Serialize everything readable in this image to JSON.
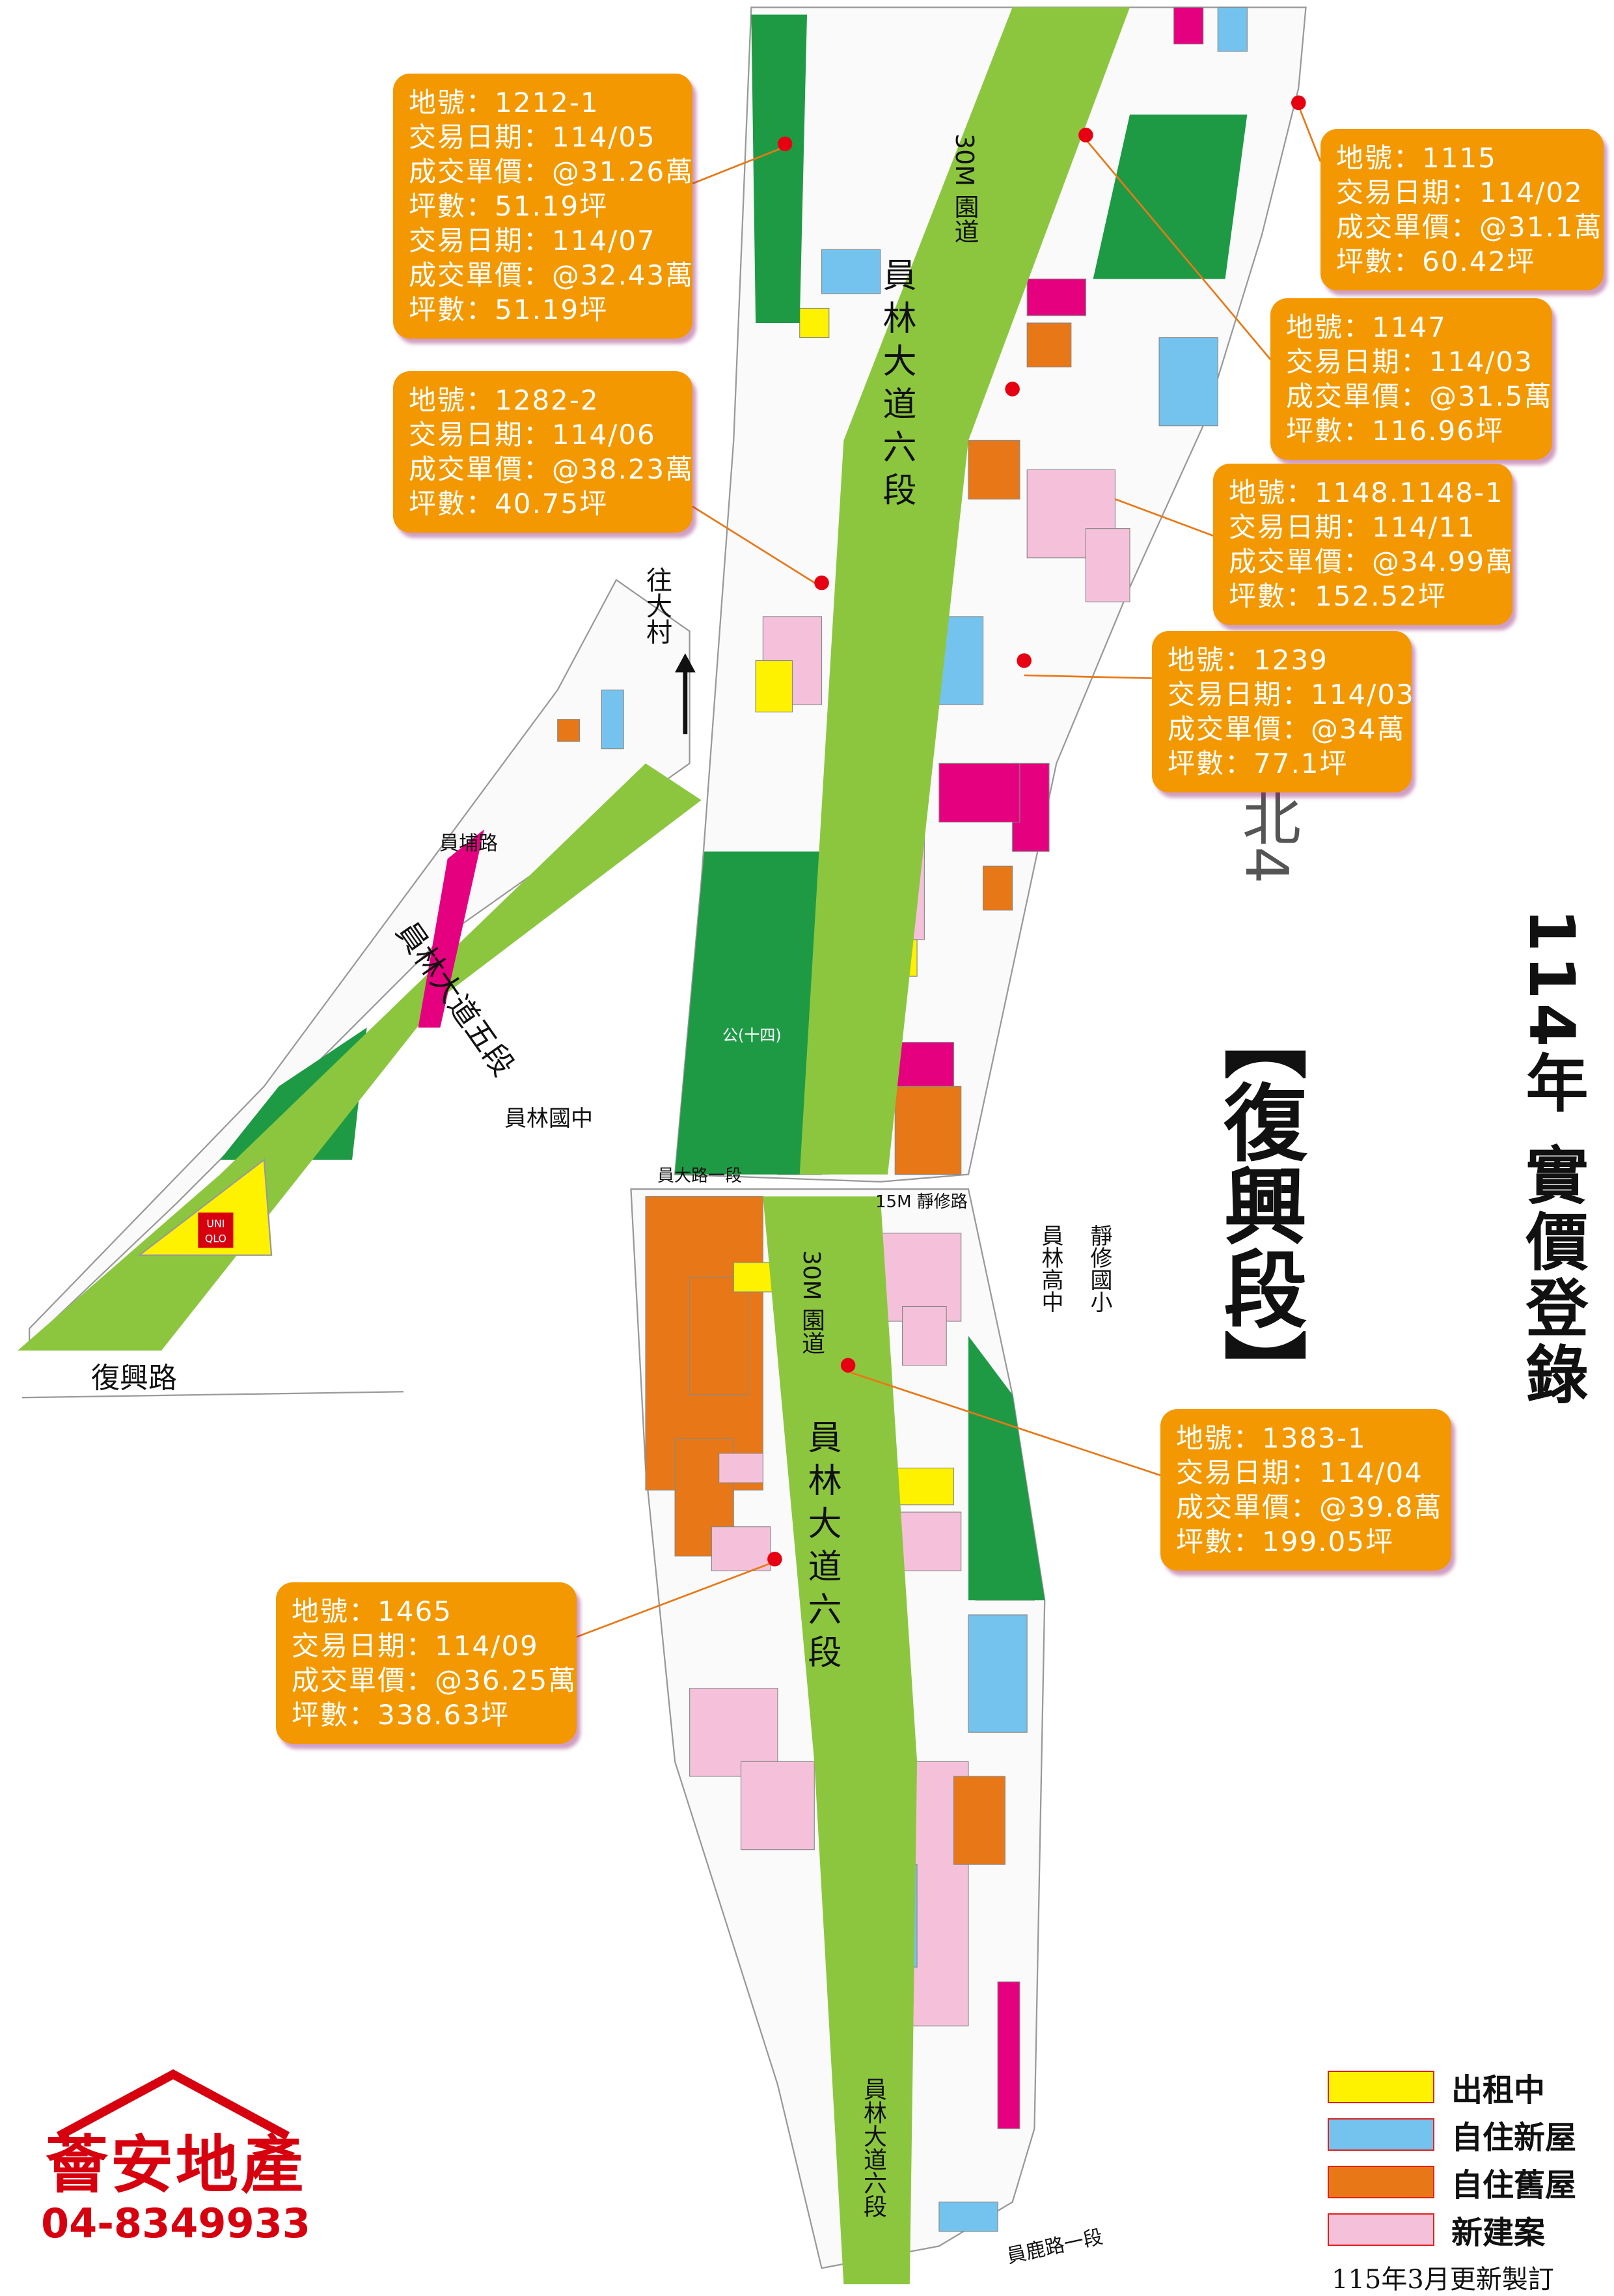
{
  "title": "114年 實價登錄",
  "section_name": "【復興段】",
  "map_sheet": "北4",
  "map_labels": {
    "avenue_6_upper": "員林大道六段",
    "greenway_upper": "30M 園道",
    "avenue_5": "員林大道五段",
    "yuanpu_road": "員埔路",
    "to_dacun": "往大村",
    "yuanlin_junior_high": "員林國中",
    "yuanda_road": "員大路一段",
    "jingxiu_road": "15M 靜修路",
    "jingxiu_elementary": "靜修國小",
    "yuanlin_high": "員林高中",
    "fuxing_road": "復興路",
    "greenway_lower": "30M 園道",
    "avenue_6_lower": "員林大道六段",
    "avenue_6_bottom": "員林大道六段",
    "yuanlu_road": "員鹿路一段",
    "park": "公(十四)",
    "uniqlo": "UNI QLO"
  },
  "transactions": [
    {
      "lot_label": "地號：",
      "lot": "1212-1",
      "records": [
        {
          "date_label": "交易日期：",
          "date": "114/05",
          "price_label": "成交單價：",
          "price": "@31.26萬",
          "area_label": "坪數：",
          "area": "51.19坪"
        },
        {
          "date_label": "交易日期：",
          "date": "114/07",
          "price_label": "成交單價：",
          "price": "@32.43萬",
          "area_label": "坪數：",
          "area": "51.19坪"
        }
      ]
    },
    {
      "lot_label": "地號：",
      "lot": "1282-2",
      "records": [
        {
          "date_label": "交易日期：",
          "date": "114/06",
          "price_label": "成交單價：",
          "price": "@38.23萬",
          "area_label": "坪數：",
          "area": "40.75坪"
        }
      ]
    },
    {
      "lot_label": "地號：",
      "lot": "1115",
      "records": [
        {
          "date_label": "交易日期：",
          "date": "114/02",
          "price_label": "成交單價：",
          "price": "@31.1萬",
          "area_label": "坪數：",
          "area": "60.42坪"
        }
      ]
    },
    {
      "lot_label": "地號：",
      "lot": "1147",
      "records": [
        {
          "date_label": "交易日期：",
          "date": "114/03",
          "price_label": "成交單價：",
          "price": "@31.5萬",
          "area_label": "坪數：",
          "area": "116.96坪"
        }
      ]
    },
    {
      "lot_label": "地號：",
      "lot": "1148.1148-1",
      "records": [
        {
          "date_label": "交易日期：",
          "date": "114/11",
          "price_label": "成交單價：",
          "price": "@34.99萬",
          "area_label": "坪數：",
          "area": "152.52坪"
        }
      ]
    },
    {
      "lot_label": "地號：",
      "lot": "1239",
      "records": [
        {
          "date_label": "交易日期：",
          "date": "114/03",
          "price_label": "成交單價：",
          "price": "@34萬",
          "area_label": "坪數：",
          "area": "77.1坪"
        }
      ]
    },
    {
      "lot_label": "地號：",
      "lot": "1383-1",
      "records": [
        {
          "date_label": "交易日期：",
          "date": "114/04",
          "price_label": "成交單價：",
          "price": "@39.8萬",
          "area_label": "坪數：",
          "area": "199.05坪"
        }
      ]
    },
    {
      "lot_label": "地號：",
      "lot": "1465",
      "records": [
        {
          "date_label": "交易日期：",
          "date": "114/09",
          "price_label": "成交單價：",
          "price": "@36.25萬",
          "area_label": "坪數：",
          "area": "338.63坪"
        }
      ]
    }
  ],
  "legend": [
    {
      "label": "出租中",
      "color": "#fff200"
    },
    {
      "label": "自住新屋",
      "color": "#73c3ee"
    },
    {
      "label": "自住舊屋",
      "color": "#e87817"
    },
    {
      "label": "新建案",
      "color": "#f5c1da"
    }
  ],
  "legend_note": "115年3月更新製訂",
  "company": {
    "name": "薈安地產",
    "phone": "04-8349933",
    "brand_color": "#d7000f"
  },
  "colors": {
    "road_green": "#8cc63f",
    "park_green": "#1e9a45",
    "callout": "#f39800",
    "magenta": "#e4007f"
  }
}
